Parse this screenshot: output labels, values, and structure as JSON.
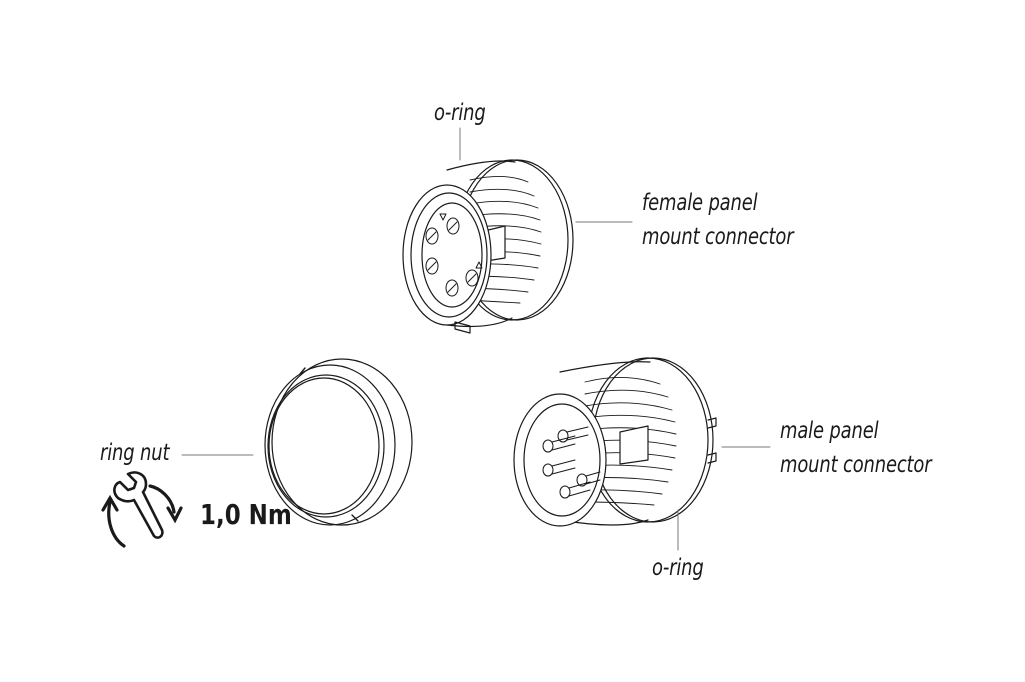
{
  "labels": {
    "oring_top": "o-ring",
    "female_line1": "female panel",
    "female_line2": "mount connector",
    "ring_nut": "ring nut",
    "male_line1": "male panel",
    "male_line2": "mount connector",
    "oring_bottom": "o-ring",
    "torque": "1,0 Nm"
  },
  "icons": {
    "torque_tool": "wrench-rotate-icon"
  },
  "colors": {
    "line": "#1a1a1a",
    "leader": "#777777"
  }
}
